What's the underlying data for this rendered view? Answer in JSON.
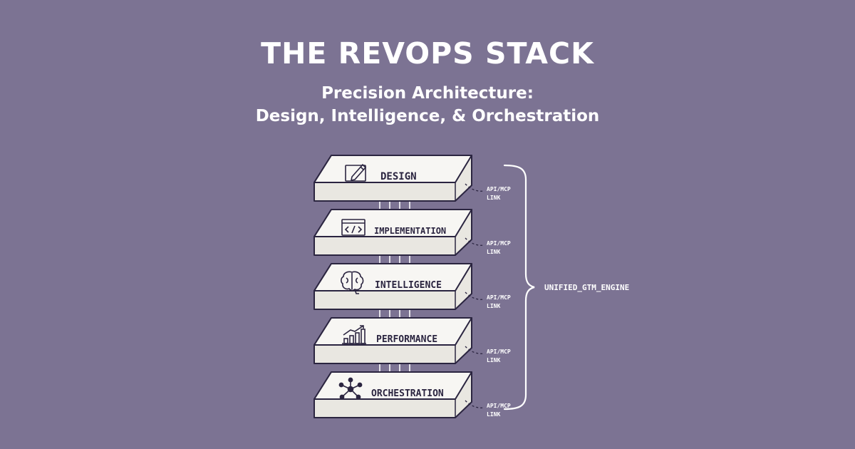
{
  "header": {
    "title": "THE REVOPS STACK",
    "subtitle_line1": "Precision Architecture:",
    "subtitle_line2": "Design, Intelligence, & Orchestration"
  },
  "layers": [
    {
      "label": "DESIGN",
      "icon": "pencil-icon",
      "link_line1": "API/MCP",
      "link_line2": "LINK"
    },
    {
      "label": "IMPLEMENTATION",
      "icon": "code-icon",
      "link_line1": "API/MCP",
      "link_line2": "LINK"
    },
    {
      "label": "INTELLIGENCE",
      "icon": "brain-icon",
      "link_line1": "API/MCP",
      "link_line2": "LINK"
    },
    {
      "label": "PERFORMANCE",
      "icon": "chart-icon",
      "link_line1": "API/MCP",
      "link_line2": "LINK"
    },
    {
      "label": "ORCHESTRATION",
      "icon": "network-icon",
      "link_line1": "API/MCP",
      "link_line2": "LINK"
    }
  ],
  "brace_label": "UNIFIED_GTM_ENGINE",
  "colors": {
    "background": "#7c7393",
    "slab_top": "#f7f6f3",
    "slab_side": "#e9e7e1",
    "ink": "#2b2540"
  }
}
